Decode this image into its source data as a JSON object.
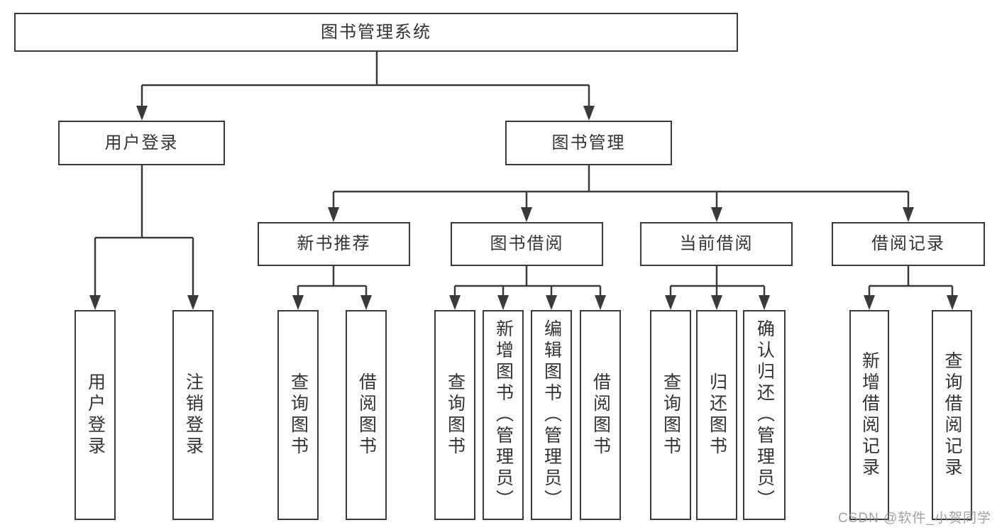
{
  "diagram": {
    "colors": {
      "line": "#3a3a3a",
      "text": "#333333",
      "background": "#ffffff",
      "watermark": "#8c8c8c"
    },
    "watermark": "CSDN @软件_小贺同学",
    "tree": {
      "label": "图书管理系统",
      "children": [
        {
          "label": "用户登录",
          "children": [
            {
              "label": "用户登录"
            },
            {
              "label": "注销登录"
            }
          ]
        },
        {
          "label": "图书管理",
          "children": [
            {
              "label": "新书推荐",
              "children": [
                {
                  "label": "查询图书"
                },
                {
                  "label": "借阅图书"
                }
              ]
            },
            {
              "label": "图书借阅",
              "children": [
                {
                  "label": "查询图书"
                },
                {
                  "label": "新增图书（管理员）"
                },
                {
                  "label": "编辑图书（管理员）"
                },
                {
                  "label": "借阅图书"
                }
              ]
            },
            {
              "label": "当前借阅",
              "children": [
                {
                  "label": "查询图书"
                },
                {
                  "label": "归还图书"
                },
                {
                  "label": "确认归还（管理员）"
                }
              ]
            },
            {
              "label": "借阅记录",
              "children": [
                {
                  "label": "新增借阅记录"
                },
                {
                  "label": "查询借阅记录"
                }
              ]
            }
          ]
        }
      ]
    }
  }
}
